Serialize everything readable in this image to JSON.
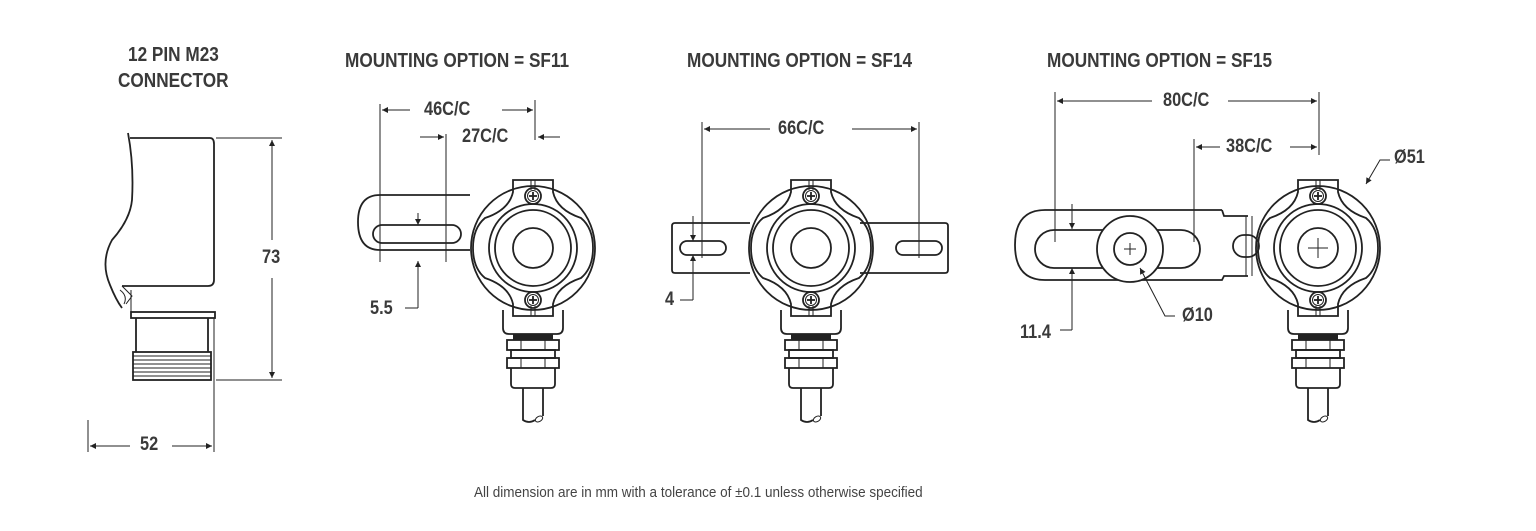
{
  "drawings": {
    "connector": {
      "title_line1": "12 PIN M23",
      "title_line2": "CONNECTOR",
      "height_dim": "73",
      "width_dim": "52"
    },
    "sf11": {
      "title": "MOUNTING OPTION = SF11",
      "dim_outer": "46C/C",
      "dim_inner": "27C/C",
      "dim_slot": "5.5"
    },
    "sf14": {
      "title": "MOUNTING OPTION = SF14",
      "dim_outer": "66C/C",
      "dim_slot": "4"
    },
    "sf15": {
      "title": "MOUNTING OPTION = SF15",
      "dim_outer": "80C/C",
      "dim_inner": "38C/C",
      "dim_diameter_body": "Ø51",
      "dim_diameter_hole": "Ø10",
      "dim_slot": "11.4"
    }
  },
  "footer": {
    "note": "All dimension are in mm with a tolerance of ±0.1 unless otherwise specified"
  }
}
